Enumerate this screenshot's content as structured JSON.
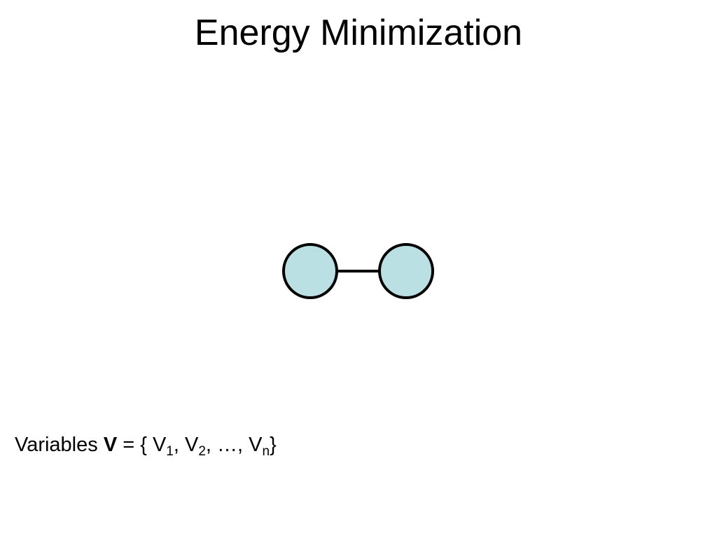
{
  "slide": {
    "title": "Energy Minimization",
    "formula": {
      "label": "Variables",
      "symbol": "V",
      "equals_open": " = { ",
      "variables": [
        {
          "base": "V",
          "sub": "1"
        },
        {
          "base": "V",
          "sub": "2"
        },
        {
          "ellipsis": "…"
        },
        {
          "base": "V",
          "sub": "n"
        }
      ],
      "separator": ", ",
      "close": "}"
    }
  },
  "diagram": {
    "node_fill": "#bbe0e3",
    "node_stroke": "#000000",
    "edge_color": "#000000",
    "nodes": [
      {
        "id": "node-1"
      },
      {
        "id": "node-2"
      }
    ],
    "edges": [
      {
        "from": "node-1",
        "to": "node-2"
      }
    ]
  }
}
